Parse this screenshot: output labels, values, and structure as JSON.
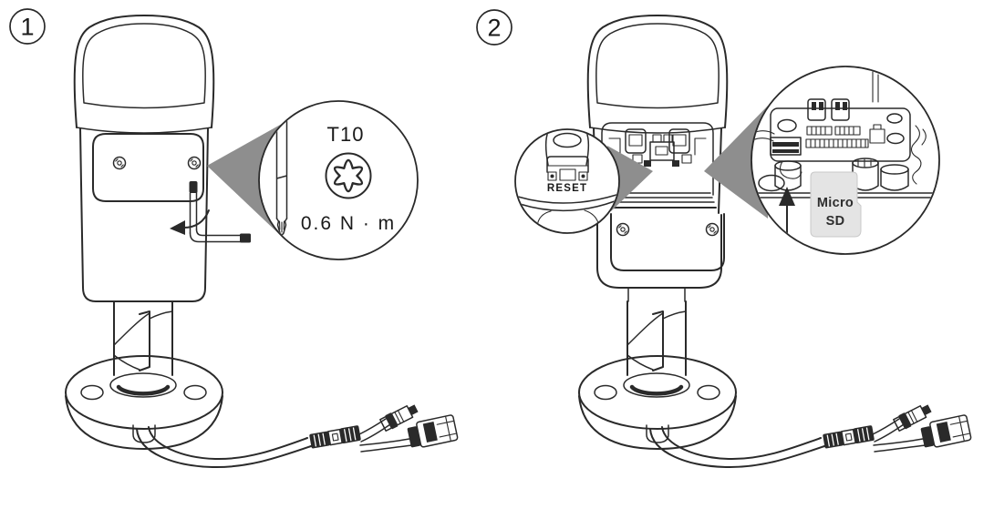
{
  "colors": {
    "background": "#ffffff",
    "line": "#2a2a2a",
    "pointer": "#8e8e8e",
    "sd_card": "#e4e4e4",
    "text": "#1a1a1a"
  },
  "steps": [
    {
      "number": "1",
      "callout": {
        "bit_label": "T10",
        "torque_label": "0.6 N · m",
        "icons": [
          "torx-screwdriver-icon",
          "torx-bit-icon"
        ]
      }
    },
    {
      "number": "2",
      "callouts": {
        "reset": {
          "label": "RESET",
          "icon": "reset-button-icon"
        },
        "microsd": {
          "label_line1": "Micro",
          "label_line2": "SD",
          "icons": [
            "micro-sd-card-icon",
            "up-arrow-icon",
            "sd-slot-icon",
            "pcb-icon"
          ]
        }
      }
    }
  ]
}
